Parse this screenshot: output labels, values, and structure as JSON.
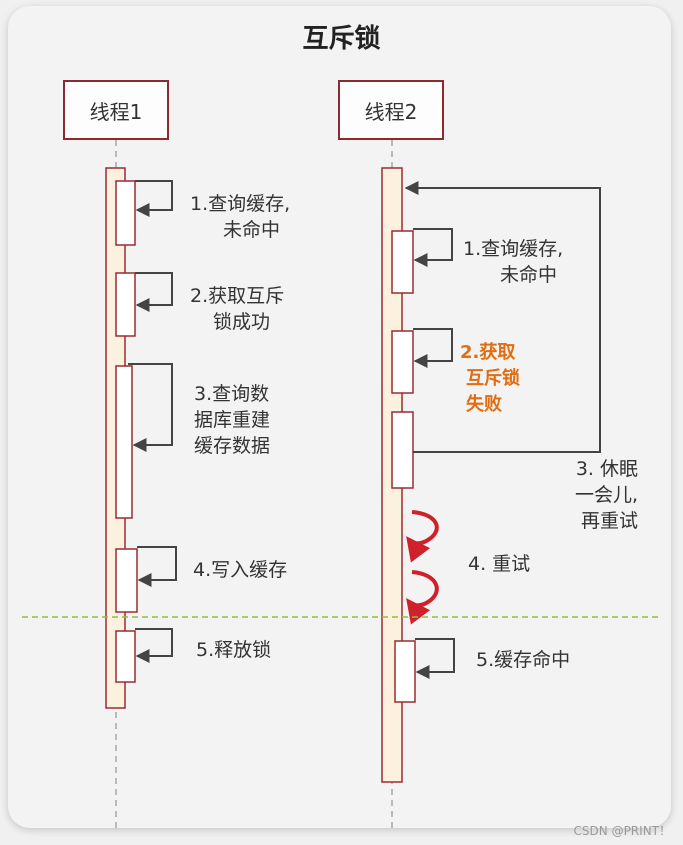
{
  "title": "互斥锁",
  "actors": {
    "thread1": "线程1",
    "thread2": "线程2"
  },
  "thread1_steps": [
    {
      "lines": [
        "1.查询缓存,",
        "未命中"
      ]
    },
    {
      "lines": [
        "2.获取互斥",
        "锁成功"
      ]
    },
    {
      "lines": [
        "3.查询数",
        "据库重建",
        "缓存数据"
      ]
    },
    {
      "lines": [
        "4.写入缓存"
      ]
    },
    {
      "lines": [
        "5.释放锁"
      ]
    }
  ],
  "thread2_steps": [
    {
      "lines": [
        "1.查询缓存,",
        "未命中"
      ]
    },
    {
      "lines": [
        "2.获取",
        "互斥锁",
        "失败"
      ]
    },
    {
      "lines": [
        "3. 休眠",
        "一会儿,",
        "再重试"
      ]
    },
    {
      "lines": [
        "4. 重试"
      ]
    },
    {
      "lines": [
        "5.缓存命中"
      ]
    }
  ],
  "colors": {
    "lifeline_fill": "#fcf1df",
    "lifeline_border": "#9a2c30",
    "arrow": "#444444",
    "retry_arrow": "#d0202a",
    "failure_text": "#e06d12",
    "separator": "#8fbf3a"
  },
  "watermark": "CSDN @PRINT！"
}
